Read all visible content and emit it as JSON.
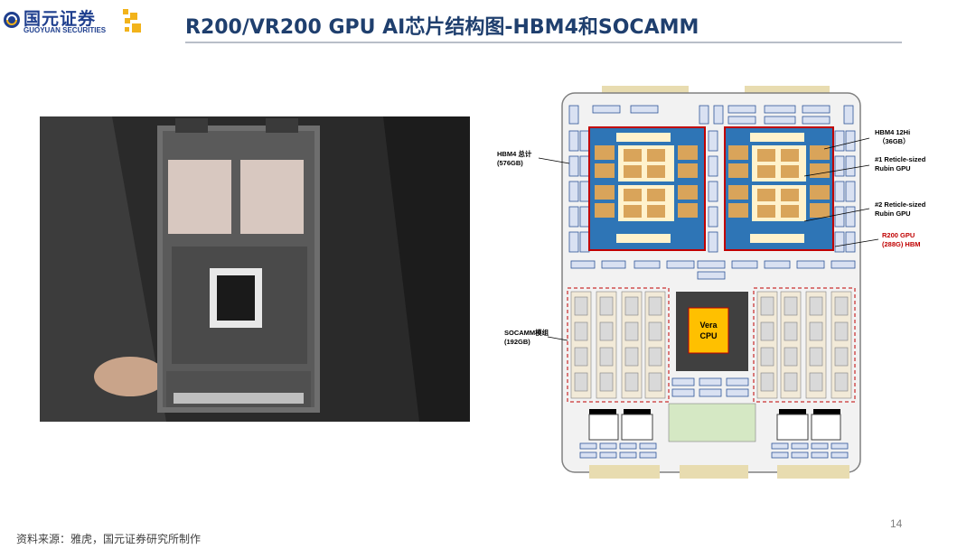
{
  "header": {
    "brand_cn": "国元证券",
    "brand_en": "GUOYUAN SECURITIES",
    "title": "R200/VR200 GPU AI芯片结构图-HBM4和SOCAMM",
    "colors": {
      "brand": "#1f3f8e",
      "accent": "#f2b31b",
      "title": "#1f3f6e"
    }
  },
  "diagram": {
    "labels": {
      "hbm4_total": "HBM4 总计",
      "hbm4_total_size": "(576GB)",
      "hbm4_stack": "HBM4 12Hi",
      "hbm4_stack_size": "（36GB）",
      "reticle1": "#1 Reticle-sized",
      "reticle1_sub": "Rubin GPU",
      "reticle2": "#2 Reticle-sized",
      "reticle2_sub": "Rubin GPU",
      "r200": "R200 GPU",
      "r200_sub": "(288G) HBM",
      "socamm": "SOCAMM模组",
      "socamm_size": "(192GB)",
      "cpu_line1": "Vera",
      "cpu_line2": "CPU"
    },
    "colors": {
      "board": "#f2f2f2",
      "gpu_package": "#2e75b6",
      "die": "#d9a45a",
      "gpu_outline": "#c00000",
      "cpu_package": "#404040",
      "cpu_die": "#ffc000",
      "connector": "#e8dcb0",
      "label_red": "#c00000"
    }
  },
  "footer": {
    "page_number": "14",
    "source": "资料来源：雅虎，国元证券研究所制作"
  }
}
